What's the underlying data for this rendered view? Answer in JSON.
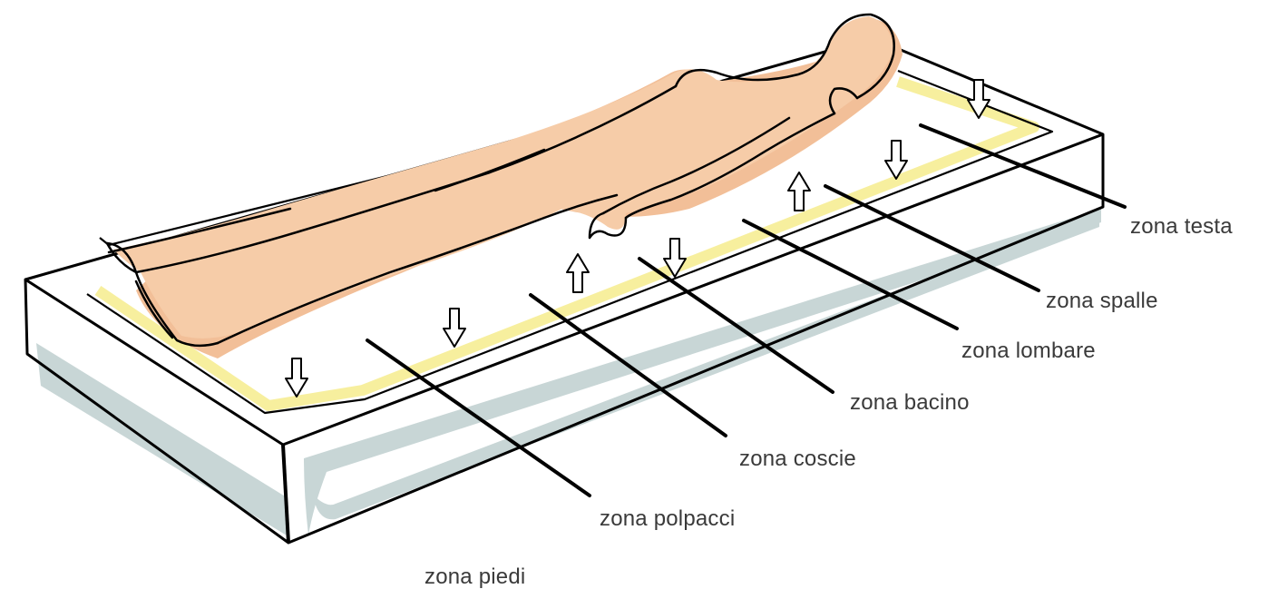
{
  "colors": {
    "outline": "#000000",
    "skin": "#f6cca8",
    "skin_shadow": "#f2bf98",
    "mattress_edge_band": "#f7ef9e",
    "mattress_side_shade": "#c8d6d6",
    "label_text": "#3a3a3a"
  },
  "zones": [
    {
      "key": "testa",
      "label": "zona testa"
    },
    {
      "key": "spalle",
      "label": "zona spalle"
    },
    {
      "key": "lombare",
      "label": "zona lombare"
    },
    {
      "key": "bacino",
      "label": "zona bacino"
    },
    {
      "key": "cosce",
      "label": "zona coscie"
    },
    {
      "key": "polpacci",
      "label": "zona polpacci"
    },
    {
      "key": "piedi",
      "label": "zona piedi"
    }
  ],
  "arrows": [
    {
      "direction": "down"
    },
    {
      "direction": "down"
    },
    {
      "direction": "up"
    },
    {
      "direction": "down"
    },
    {
      "direction": "up"
    },
    {
      "direction": "down"
    },
    {
      "direction": "down"
    }
  ]
}
